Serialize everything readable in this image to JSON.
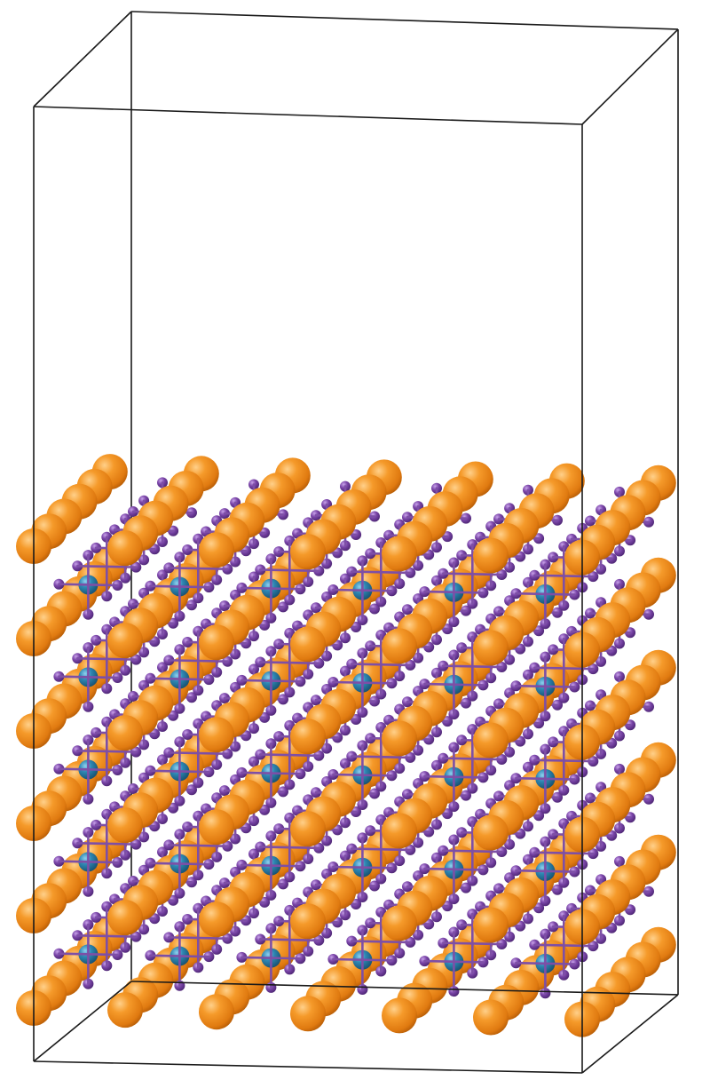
{
  "figure": {
    "kind": "crystal-structure-render",
    "background": "#ffffff",
    "cell_edge_color": "#1a1a1a",
    "atom_species": [
      {
        "name": "large-atom",
        "color": "#f08a1c",
        "highlight": "#ffd08a",
        "shade": "#b35a05"
      },
      {
        "name": "medium-atom",
        "color": "#2a7ea8",
        "highlight": "#8fd0ee",
        "shade": "#164e6e"
      },
      {
        "name": "small-atom",
        "color": "#7a45a8",
        "highlight": "#c9a3ea",
        "shade": "#4a2470"
      }
    ],
    "bond_color": "#7d4fa6"
  }
}
